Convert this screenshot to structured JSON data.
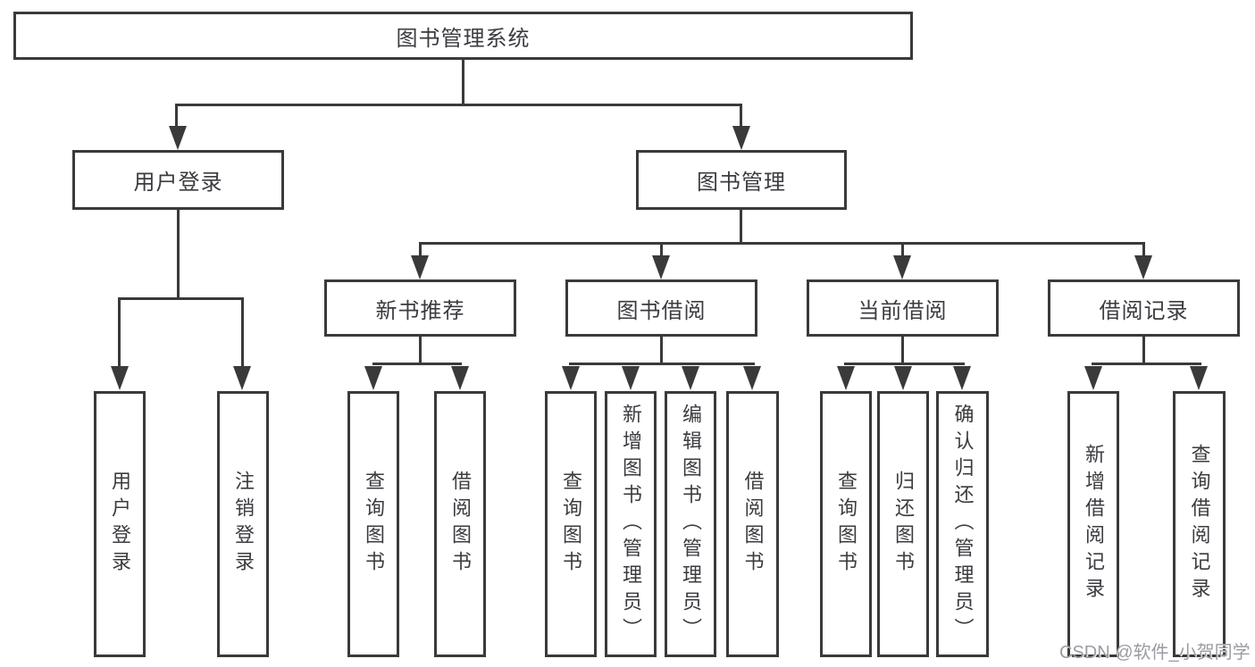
{
  "colors": {
    "line": "#3a3a3a",
    "text": "#3b3b40",
    "watermark": "#9b9ba3",
    "background": "#ffffff"
  },
  "watermark": {
    "text": "CSDN @软件_小贺同学"
  },
  "nodes": {
    "root": {
      "label": "图书管理系统"
    },
    "level2": [
      {
        "label": "用户登录"
      },
      {
        "label": "图书管理"
      }
    ],
    "level3": [
      {
        "label": "新书推荐"
      },
      {
        "label": "图书借阅"
      },
      {
        "label": "当前借阅"
      },
      {
        "label": "借阅记录"
      }
    ],
    "leaves": [
      {
        "label": "用户登录"
      },
      {
        "label": "注销登录"
      },
      {
        "label": "查询图书"
      },
      {
        "label": "借阅图书"
      },
      {
        "label": "查询图书"
      },
      {
        "label": "新增图书（管理员）"
      },
      {
        "label": "编辑图书（管理员）"
      },
      {
        "label": "借阅图书"
      },
      {
        "label": "查询图书"
      },
      {
        "label": "归还图书"
      },
      {
        "label": "确认归还（管理员）"
      },
      {
        "label": "新增借阅记录"
      },
      {
        "label": "查询借阅记录"
      }
    ]
  }
}
